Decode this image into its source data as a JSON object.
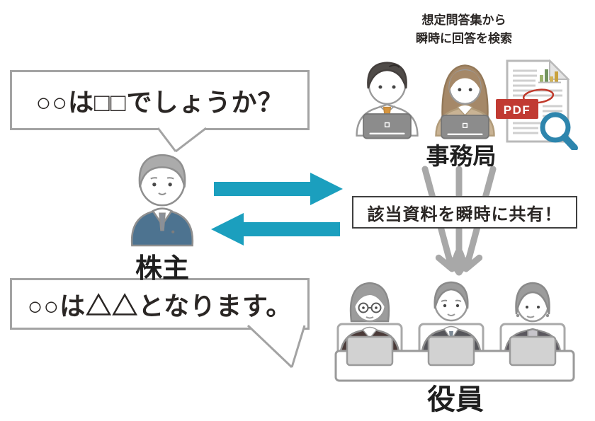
{
  "header_note": {
    "line1": "想定問答集から",
    "line2": "瞬時に回答を検索"
  },
  "bubbles": {
    "question": "○○は□□でしょうか？",
    "answer": "○○は△△となります。"
  },
  "labels": {
    "shareholder": "株主",
    "secretariat": "事務局",
    "executives": "役員"
  },
  "callout": {
    "share_box": "該当資料を瞬時に共有！"
  },
  "pdf_icon": {
    "badge": "PDF"
  },
  "colors": {
    "teal_arrow": "#1b9fbe",
    "gray_arrow": "#a8a8a8",
    "bubble_border": "#a3a3a3",
    "box_border": "#3f3f3f",
    "suit_blue": "#4d7390",
    "tie_orange": "#d6953f",
    "cardigan_tan": "#c9b394",
    "pdf_red": "#c13a32",
    "magnifier_blue": "#2d85ad",
    "text_dark": "#2a2624"
  }
}
